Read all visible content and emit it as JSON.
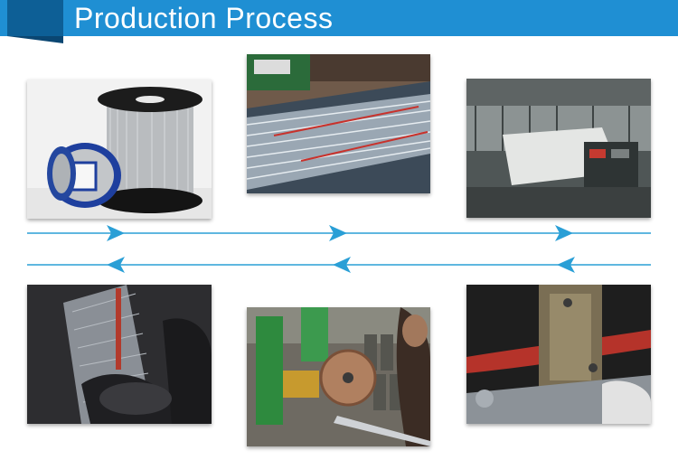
{
  "header": {
    "title": "Production Process"
  },
  "colors": {
    "accent": "#1f8fd3",
    "accent_dark": "#0d5f96",
    "arrow": "#2a9fd6"
  },
  "flow": {
    "top_direction": "right",
    "bottom_direction": "left"
  }
}
